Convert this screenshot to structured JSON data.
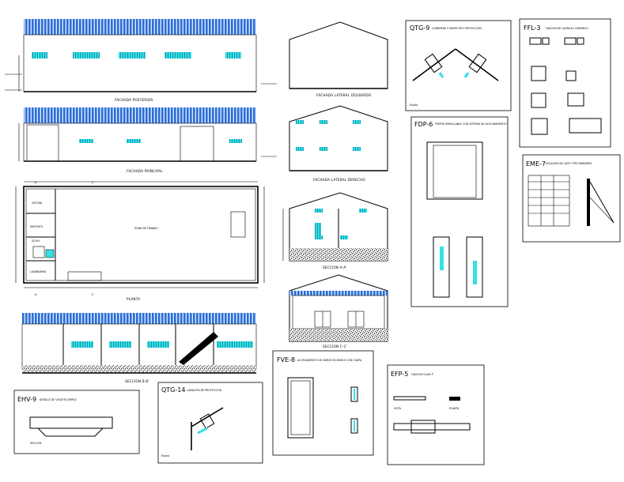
{
  "labels": {
    "fachada_posterior": "FACHADA POSTERIOR",
    "fachada_principal": "FACHADA PRINCIPAL",
    "planta": "PLANTA",
    "seccion_b": "SECCION B-B'",
    "fachada_lateral_izq": "FACHADA LATERAL IZQUIERDO",
    "fachada_lateral_der": "FACHADA LATERAL DERECHO",
    "seccion_a": "SECCION A-A'",
    "seccion_c": "SECCION C-C'",
    "zona_trabajo": "ZONA DE TRABAJO",
    "oficina": "OFICINA",
    "deposito": "DEPOSITO",
    "lavanderia": "LAVANDERIA",
    "sshh": "SS.HH."
  },
  "details": {
    "qtg9": {
      "code": "QTG-9",
      "title": "CUMBRERA Y UNION TIPO PROTECCION"
    },
    "ffl3": {
      "code": "FFL-3",
      "title": "FIJACION DE LADRILLO CERAMICO"
    },
    "fdp6": {
      "code": "FDP-6",
      "title": "PUERTA ENROLLABLE CON SISTEMA DE ACCIONAMIENTO"
    },
    "eme7": {
      "code": "EME-7",
      "title": "ESCALERA DE GATO TIPO MARINERO"
    },
    "ehv9": {
      "code": "EHV-9",
      "title": "DETALLE DE VIGUETA SIMPLE"
    },
    "qtg14": {
      "code": "QTG-14",
      "title": "CANALETA DE PROTECCION"
    },
    "fve8": {
      "code": "FVE-8",
      "title": "ACOPLAMIENTO DE VIDRIO EN MARCO CON CHAPA"
    },
    "efp5": {
      "code": "EFP-5",
      "title": "FIJACION CLASE P"
    }
  },
  "marks": {
    "axis_a": "A",
    "axis_a2": "A'",
    "axis_c": "C",
    "axis_c2": "C'",
    "seccion": "SECCION",
    "vista": "VISTA",
    "planta_small": "PLANTA",
    "escala": "Escala"
  },
  "colors": {
    "facade_blue": "#2b6fd6",
    "glass_cyan": "#34e0e6",
    "line": "#000000"
  }
}
